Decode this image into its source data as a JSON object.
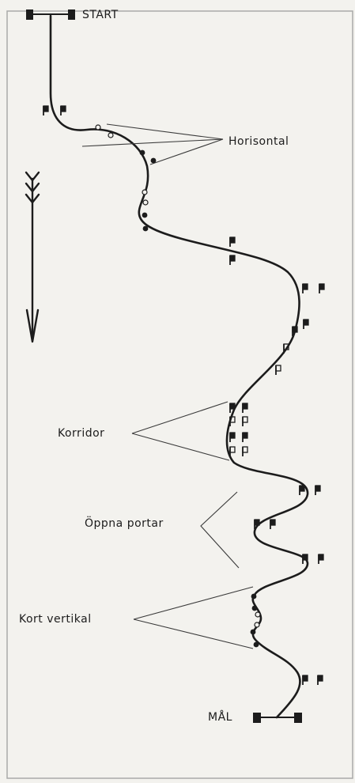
{
  "labels": {
    "start": "START",
    "goal": "MÅL",
    "horisontal": "Horisontal",
    "korridor": "Korridor",
    "oppna_portar": "Öppna portar",
    "kort_vertikal": "Kort vertikal"
  },
  "colors": {
    "ink": "#1c1c1c",
    "paper": "#f3f2ee",
    "border": "#a9a9a9"
  },
  "icons": {
    "gate_flag": "flag-icon",
    "marker": "dot-icon",
    "direction": "triple-chevron-down-arrow-icon"
  }
}
